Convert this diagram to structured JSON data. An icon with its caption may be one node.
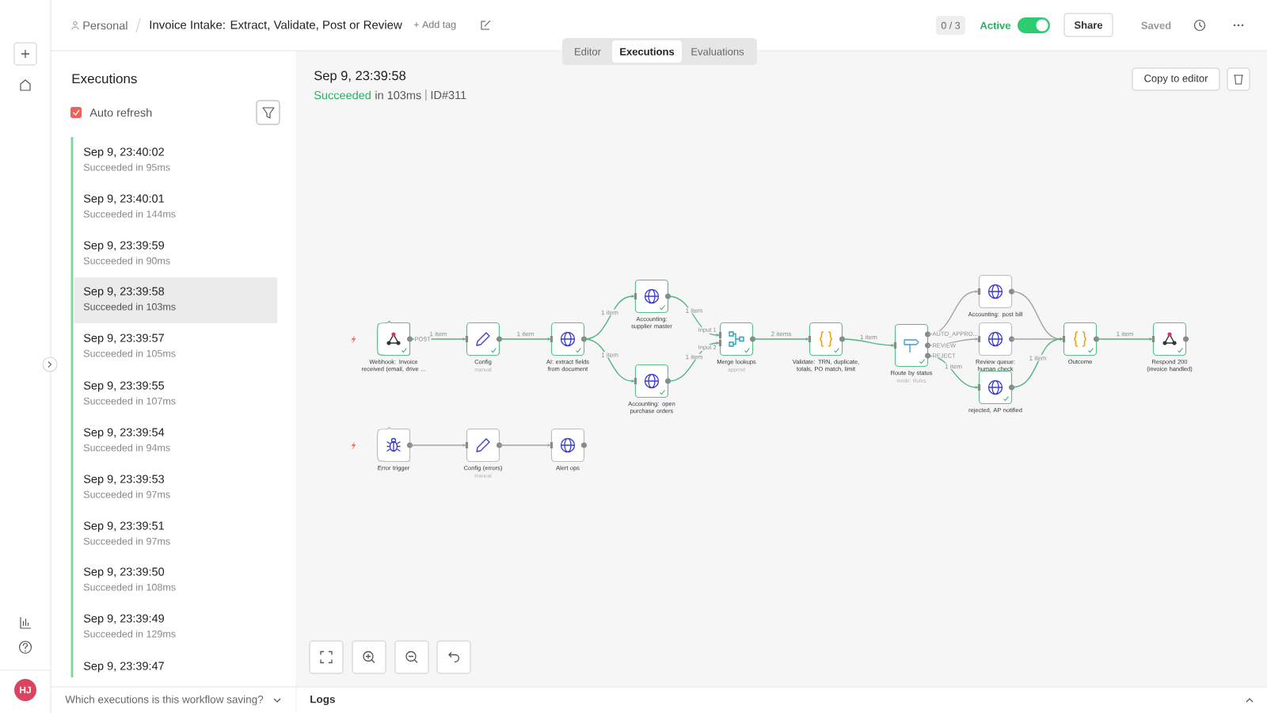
{
  "diagram": {
    "title": "Invoice Intake: Extract, Validate, Post or Review",
    "nodes": [
      {
        "text": [
          "Webhook: Invoice received (email, drive ..."
        ]
      },
      {
        "text": [
          "Config"
        ],
        "beside": [
          "manual"
        ]
      },
      {
        "text": [
          "AI: extract fields from document"
        ]
      },
      {
        "text": [
          "Accounting: supplier master"
        ]
      },
      {
        "text": [
          "Accounting: open purchase orders"
        ]
      },
      {
        "text": [
          "Merge lookups"
        ],
        "beside": [
          "append"
        ]
      },
      {
        "text": [
          "Validate: TRN, duplicate, totals, PO match, limit"
        ]
      },
      {
        "text": [
          "Route by status"
        ],
        "beside": [
          "mode: Rules"
        ]
      },
      {
        "text": [
          "Accounting: post bill"
        ]
      },
      {
        "text": [
          "Review queue: human check"
        ]
      },
      {
        "text": [
          "rejected, AP notified"
        ]
      },
      {
        "text": [
          "Outcome"
        ]
      },
      {
        "text": [
          "Respond 200 (invoice handled)"
        ]
      },
      {
        "text": [
          "Error trigger"
        ]
      },
      {
        "text": [
          "Config (errors)"
        ],
        "beside": [
          "manual"
        ]
      },
      {
        "text": [
          "Alert ops"
        ]
      }
    ],
    "edges": [
      {
        "from": 0,
        "to": 1,
        "arrow": "to",
        "label": "1 item"
      },
      {
        "from": 1,
        "to": 2,
        "arrow": "to",
        "label": "1 item"
      },
      {
        "from": 2,
        "to": 3,
        "arrow": "to",
        "label": "1 item"
      },
      {
        "from": 2,
        "to": 4,
        "arrow": "to",
        "label": "1 item"
      },
      {
        "from": 3,
        "to": 5,
        "arrow": "to",
        "label": "1 item"
      },
      {
        "from": 4,
        "to": 5,
        "arrow": "to",
        "label": "1 item"
      },
      {
        "from": 5,
        "to": 6,
        "arrow": "to",
        "label": "2 items"
      },
      {
        "from": 6,
        "to": 7,
        "arrow": "to",
        "label": "1 item"
      },
      {
        "from": 7,
        "to": 8,
        "arrow": "to",
        "color": "#a3a3a3"
      },
      {
        "from": 7,
        "to": 9,
        "arrow": "to",
        "color": "#a3a3a3"
      },
      {
        "from": 7,
        "to": 10,
        "arrow": "to",
        "label": "1 item"
      },
      {
        "from": 8,
        "to": 11,
        "arrow": "to",
        "color": "#a3a3a3"
      },
      {
        "from": 9,
        "to": 11,
        "arrow": "to",
        "color": "#a3a3a3"
      },
      {
        "from": 10,
        "to": 11,
        "arrow": "to",
        "label": "1 item"
      },
      {
        "from": 11,
        "to": 12,
        "arrow": "to",
        "label": "1 item"
      },
      {
        "from": 13,
        "to": 14,
        "arrow": "to",
        "color": "#a3a3a3"
      },
      {
        "from": 14,
        "to": 15,
        "arrow": "to",
        "color": "#a3a3a3"
      }
    ],
    "labels": [
      "Personal",
      "+ Add tag",
      "0 / 3",
      "Active",
      "Share",
      "Saved",
      "Editor",
      "Executions",
      "Evaluations",
      "Executions",
      "Sep 9, 23:39:58",
      "Succeeded",
      "in 103ms",
      "ID#311",
      "Copy to editor",
      "Auto refresh",
      "Sep 9, 23:40:02",
      "Succeeded in 95ms",
      "Sep 9, 23:40:01",
      "Succeeded in 144ms",
      "Sep 9, 23:39:59",
      "Succeeded in 90ms",
      "Sep 9, 23:39:58",
      "Succeeded in 103ms",
      "Sep 9, 23:39:57",
      "Succeeded in 105ms",
      "Sep 9, 23:39:55",
      "Succeeded in 107ms",
      "Sep 9, 23:39:54",
      "Succeeded in 94ms",
      "Sep 9, 23:39:53",
      "Succeeded in 97ms",
      "Sep 9, 23:39:51",
      "Succeeded in 97ms",
      "Sep 9, 23:39:50",
      "Succeeded in 108ms",
      "Sep 9, 23:39:49",
      "Succeeded in 129ms",
      "Sep 9, 23:39:47",
      "POST",
      "Input 1",
      "Input 2",
      "AUTO_APPRO...",
      "REVIEW",
      "REJECT",
      "Which executions is this workflow saving?",
      "Logs",
      "HJ"
    ]
  }
}
